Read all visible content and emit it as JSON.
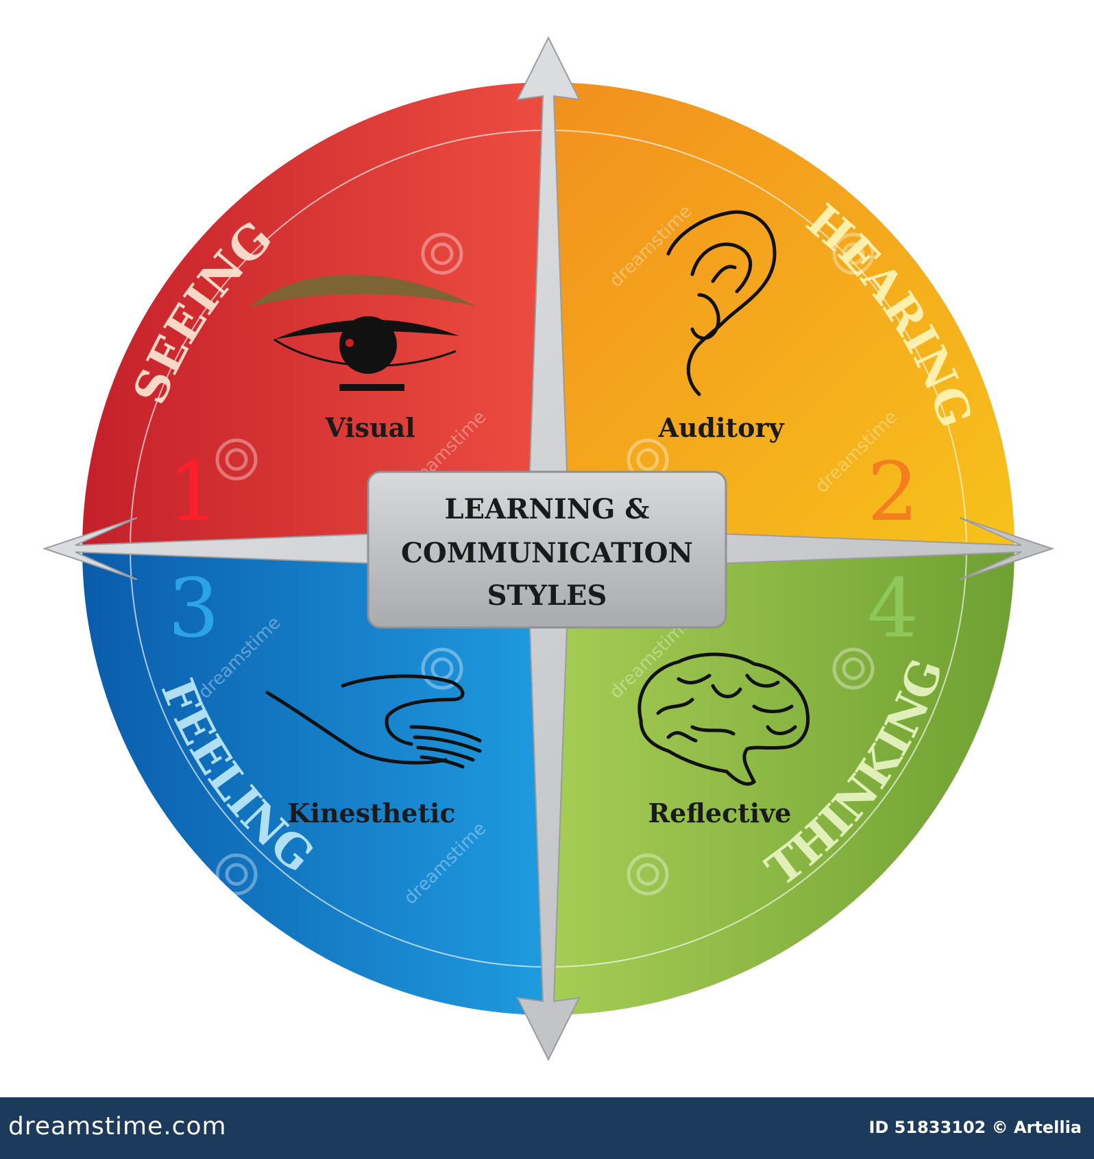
{
  "center_box": {
    "line1": "LEARNING &",
    "line2": "COMMUNICATION",
    "line3": "STYLES"
  },
  "quadrants": [
    {
      "number": "1",
      "outer_label": "SEEING",
      "style": "Visual",
      "icon": "eye-icon",
      "color": "#e03a36"
    },
    {
      "number": "2",
      "outer_label": "HEARING",
      "style": "Auditory",
      "icon": "ear-icon",
      "color": "#f6a31d"
    },
    {
      "number": "3",
      "outer_label": "FEELING",
      "style": "Kinesthetic",
      "icon": "hand-icon",
      "color": "#1f86cf"
    },
    {
      "number": "4",
      "outer_label": "THINKING",
      "style": "Reflective",
      "icon": "brain-icon",
      "color": "#8ab83c"
    }
  ],
  "watermark": "dreamstime",
  "footer": {
    "logo": "dreamstime.com",
    "id_text": "ID 51833102 © Artellia"
  }
}
